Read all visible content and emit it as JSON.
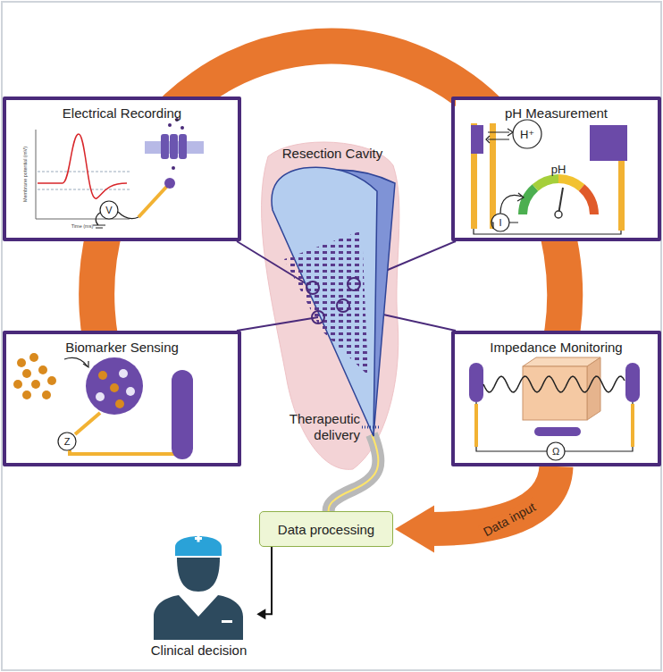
{
  "diagram": {
    "nodes": [
      {
        "text": [
          "Electrical Recording"
        ]
      },
      {
        "text": [
          "pH Measurement"
        ]
      },
      {
        "text": [
          "Biomarker Sensing"
        ]
      },
      {
        "text": [
          "Impedance Monitoring"
        ]
      },
      {
        "text": [
          "Data processing"
        ]
      },
      {
        "text": [
          "Clinical decision"
        ]
      }
    ],
    "edges": [
      {
        "from": 3,
        "to": 4,
        "label": "Data input",
        "arrow": "to"
      },
      {
        "from": 4,
        "to": 5,
        "arrow": "to"
      }
    ],
    "labels": [
      "Resection Cavity",
      "Therapeutic delivery",
      "Membrane potential (mV)",
      "Time (ms)",
      "V",
      "H⁺",
      "pH",
      "I",
      "Z",
      "Ω"
    ]
  }
}
